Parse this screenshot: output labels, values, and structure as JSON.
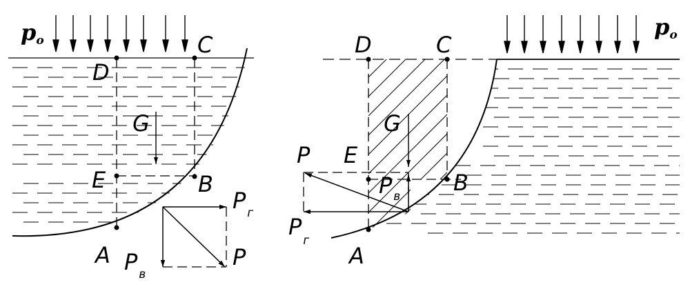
{
  "left": {
    "surface_pressure": "p",
    "surface_pressure_sub": "o",
    "points": {
      "A": "A",
      "B": "B",
      "C": "C",
      "D": "D",
      "E": "E"
    },
    "weight": "G",
    "force_total": "P",
    "force_horizontal": "P",
    "force_horizontal_sub": "г",
    "force_vertical": "P",
    "force_vertical_sub": "в"
  },
  "right": {
    "surface_pressure": "p",
    "surface_pressure_sub": "o",
    "points": {
      "A": "A",
      "B": "B",
      "C": "C",
      "D": "D",
      "E": "E"
    },
    "weight": "G",
    "force_total": "P",
    "force_horizontal": "P",
    "force_horizontal_sub": "г",
    "force_vertical": "P",
    "force_vertical_sub": "в"
  }
}
